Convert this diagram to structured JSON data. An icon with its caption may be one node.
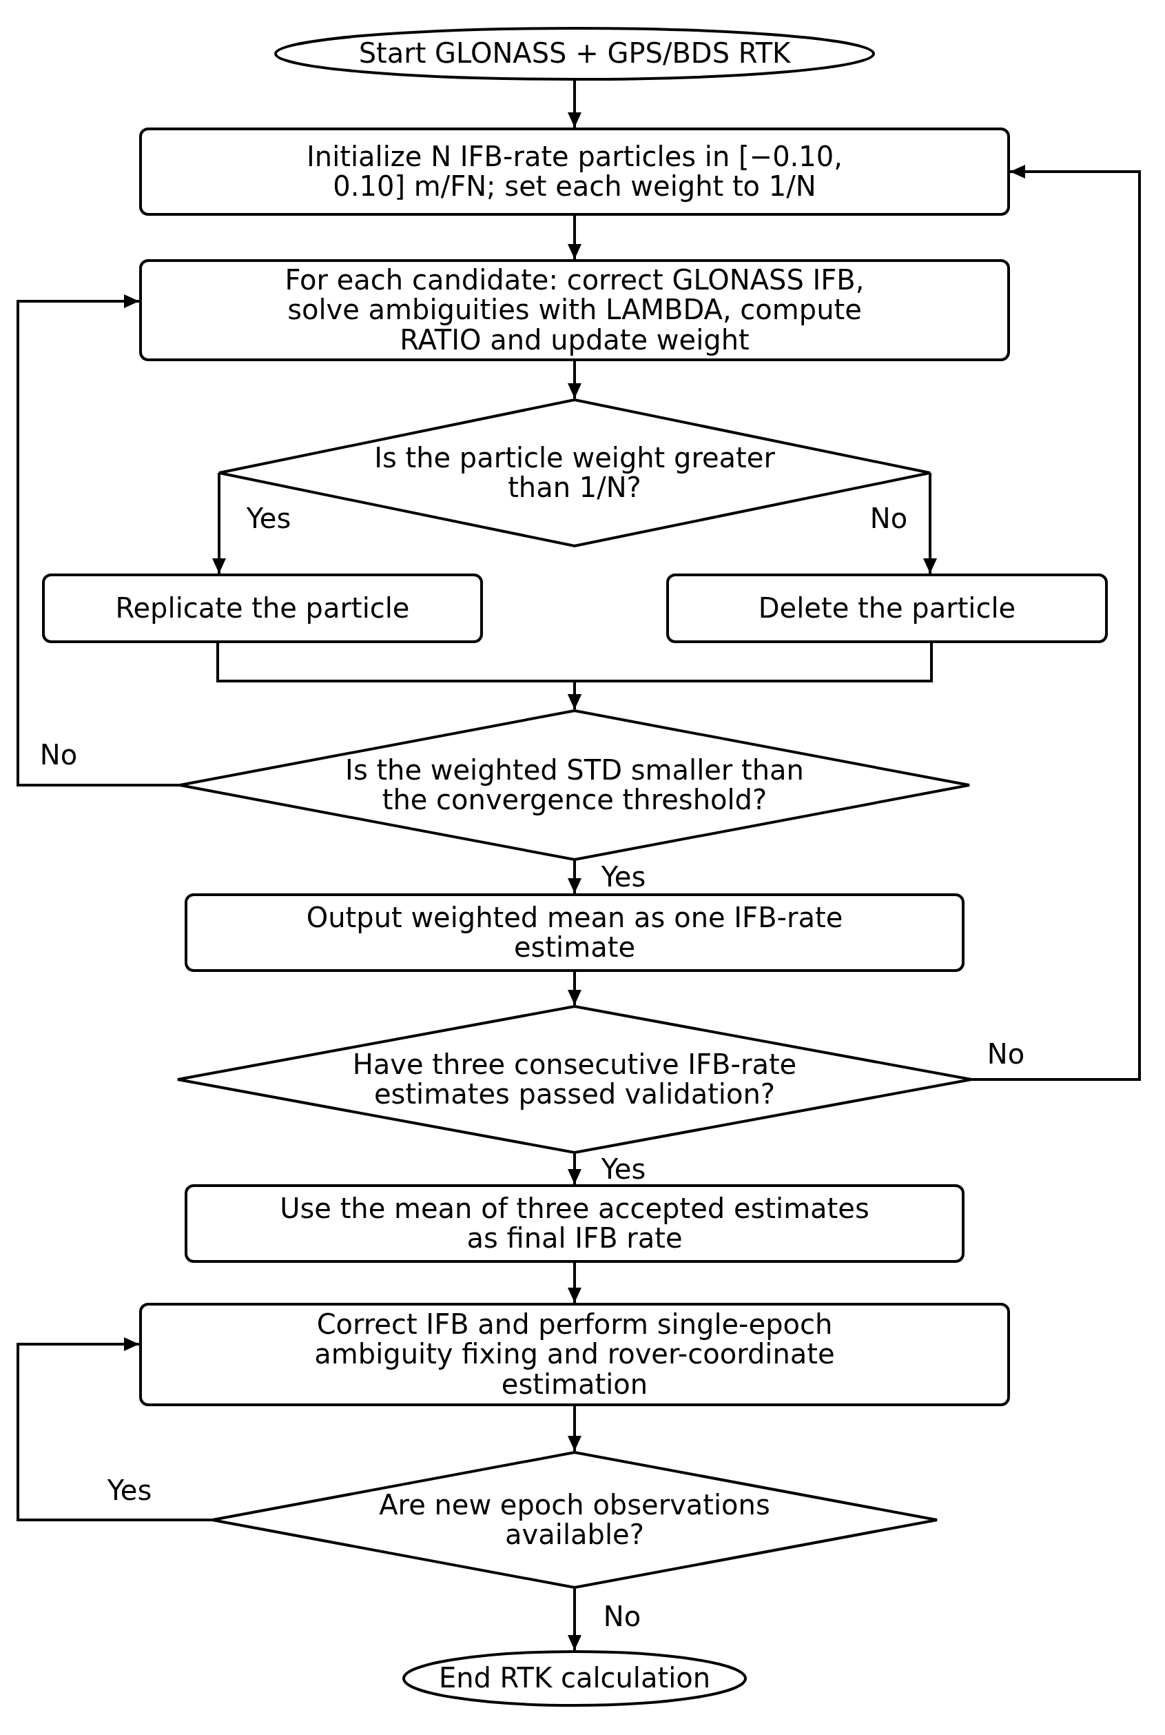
{
  "diagram": {
    "nodes": [
      {
        "text": [
          "Start GLONASS + GPS/BDS RTK"
        ]
      },
      {
        "text": [
          "Initialize N IFB-rate particles in [−0.10, 0.10] m/FN; set each weight to 1/N"
        ]
      },
      {
        "text": [
          "For each candidate: correct GLONASS IFB, solve ambiguities with LAMBDA, compute RATIO and update weight"
        ]
      },
      {
        "text": [
          "Is the particle weight greater than 1/N?"
        ]
      },
      {
        "text": [
          "Replicate the particle"
        ]
      },
      {
        "text": [
          "Delete the particle"
        ]
      },
      {
        "text": [
          "Is the weighted STD smaller than the convergence threshold?"
        ]
      },
      {
        "text": [
          "Output weighted mean as one IFB-rate estimate"
        ]
      },
      {
        "text": [
          "Have three consecutive IFB-rate estimates passed validation?"
        ]
      },
      {
        "text": [
          "Use the mean of three accepted estimates as final IFB rate"
        ]
      },
      {
        "text": [
          "Correct IFB and perform single-epoch ambiguity fixing and rover-coordinate estimation"
        ]
      },
      {
        "text": [
          "Are new epoch observations available?"
        ]
      },
      {
        "text": [
          "End RTK calculation"
        ]
      }
    ],
    "edges": [
      {
        "from": 0,
        "to": 1,
        "arrow": "to"
      },
      {
        "from": 1,
        "to": 2,
        "arrow": "to"
      },
      {
        "from": 2,
        "to": 3,
        "arrow": "to"
      },
      {
        "from": 3,
        "to": 4,
        "arrow": "to",
        "label": "Yes"
      },
      {
        "from": 3,
        "to": 5,
        "arrow": "to",
        "label": "No"
      },
      {
        "from": 4,
        "to": 6,
        "arrow": "to"
      },
      {
        "from": 5,
        "to": 6,
        "arrow": "to"
      },
      {
        "from": 6,
        "to": 2,
        "arrow": "to",
        "label": "No"
      },
      {
        "from": 6,
        "to": 7,
        "arrow": "to",
        "label": "Yes"
      },
      {
        "from": 7,
        "to": 8,
        "arrow": "to"
      },
      {
        "from": 8,
        "to": 1,
        "arrow": "to",
        "label": "No"
      },
      {
        "from": 8,
        "to": 9,
        "arrow": "to",
        "label": "Yes"
      },
      {
        "from": 9,
        "to": 10,
        "arrow": "to"
      },
      {
        "from": 10,
        "to": 11,
        "arrow": "to"
      },
      {
        "from": 11,
        "to": 10,
        "arrow": "to",
        "label": "Yes"
      },
      {
        "from": 11,
        "to": 12,
        "arrow": "to",
        "label": "No"
      }
    ]
  }
}
